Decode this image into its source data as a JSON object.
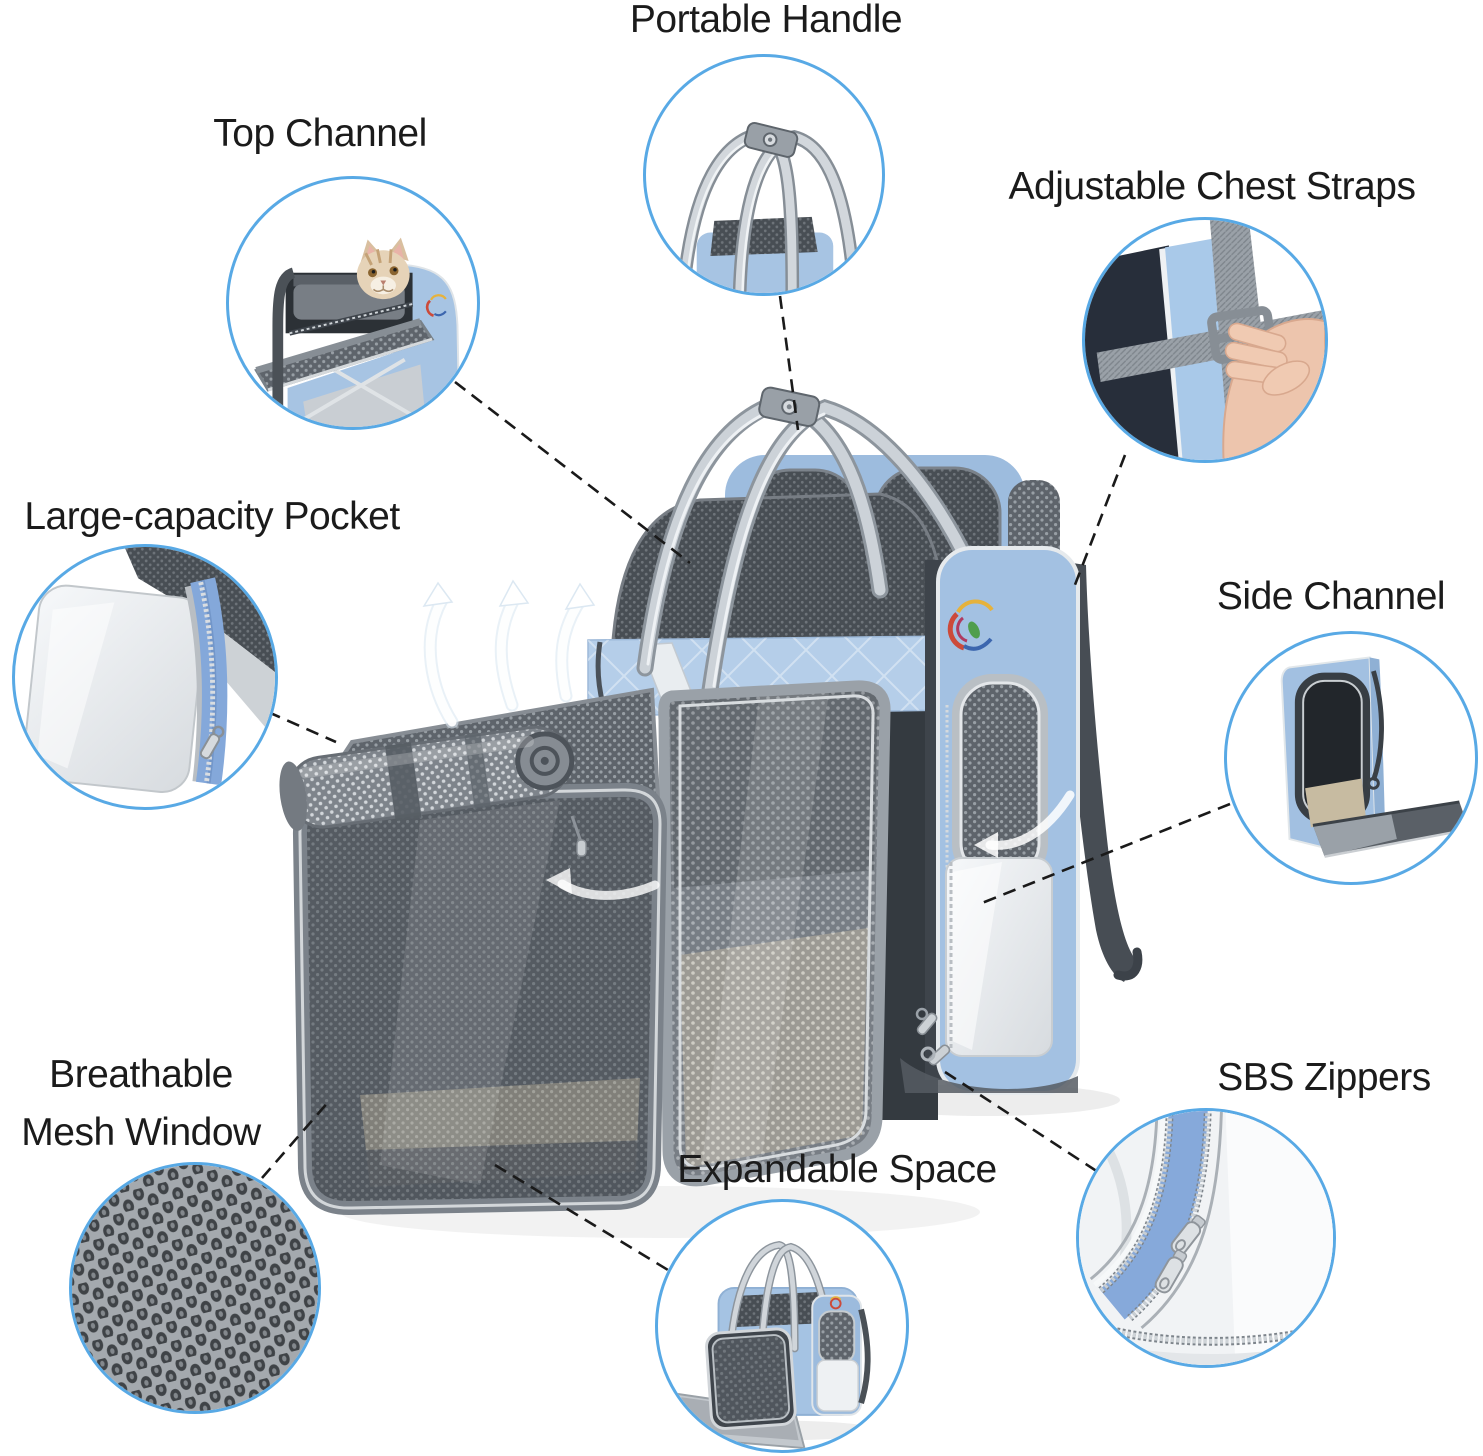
{
  "figure_type": "product-feature-callout-infographic",
  "callouts": {
    "top_channel": {
      "label": "Top Channel"
    },
    "portable_handle": {
      "label": "Portable Handle"
    },
    "adjustable_chest_straps": {
      "label": "Adjustable Chest Straps"
    },
    "large_capacity_pocket": {
      "label": "Large-capacity Pocket"
    },
    "side_channel": {
      "label": "Side Channel"
    },
    "breathable_mesh_window": {
      "line1": "Breathable",
      "line2": "Mesh Window"
    },
    "expandable_space": {
      "label": "Expandable Space"
    },
    "sbs_zippers": {
      "label": "SBS Zippers"
    }
  },
  "colors": {
    "background": "#ffffff",
    "label_text": "#1b1b1b",
    "connector_line": "#1a1a1a",
    "callout_ring_blue": "#58a9e5",
    "bag_blue": "#a7c4e3",
    "bag_blue_dark": "#9dbcde",
    "quilted_band_blue": "#b5cee9",
    "mesh_dark_gray": "#484e54",
    "mesh_mid_gray": "#5e646b",
    "mesh_light_gray": "#7e848b",
    "handle_gray": "#d2d7dc",
    "pocket_white": "#eef0f2",
    "zipper_band_blue": "#84a8da",
    "cushion_tan": "#c8bca2",
    "strap_dark": "#474d54",
    "cat_fur": "#e6d3b8",
    "hand_skin": "#edc5ad"
  }
}
